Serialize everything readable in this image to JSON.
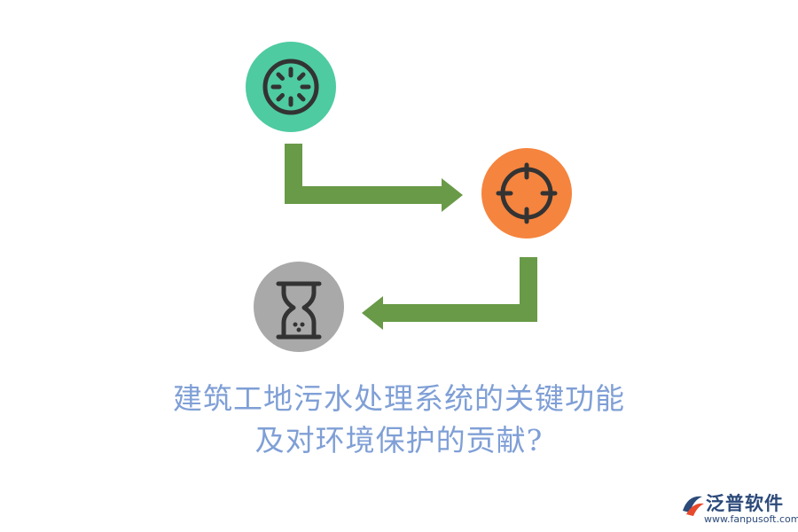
{
  "colors": {
    "step1": "#4ecba0",
    "step2": "#f5843e",
    "step3": "#a9a9a9",
    "arrow": "#699a48",
    "icon_stroke": "#333333",
    "title": "#7f9fd6",
    "brand": "#2c4a7a",
    "logo_accent": "#e8492c"
  },
  "icons": {
    "step1": "loading-spinner-icon",
    "step2": "crosshair-target-icon",
    "step3": "hourglass-icon"
  },
  "title": {
    "line1": "建筑工地污水处理系统的关键功能",
    "line2": "及对环境保护的贡献?"
  },
  "logo": {
    "brand": "泛普软件",
    "site": "www.fanpusoft.com"
  }
}
